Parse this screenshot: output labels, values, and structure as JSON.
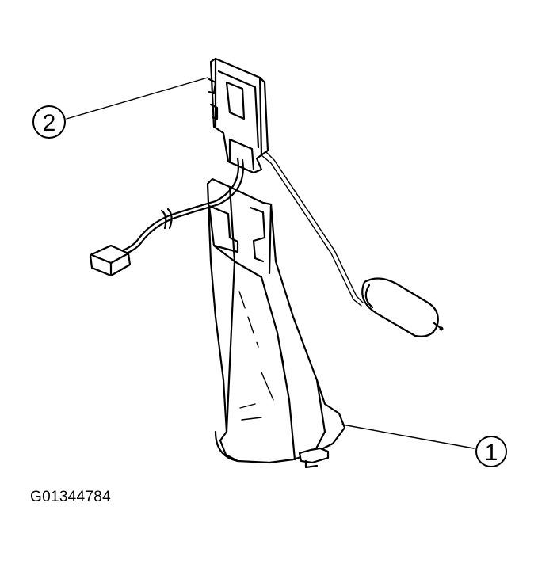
{
  "callouts": [
    {
      "label": "1"
    },
    {
      "label": "2"
    }
  ],
  "figure_id": "G01344784"
}
